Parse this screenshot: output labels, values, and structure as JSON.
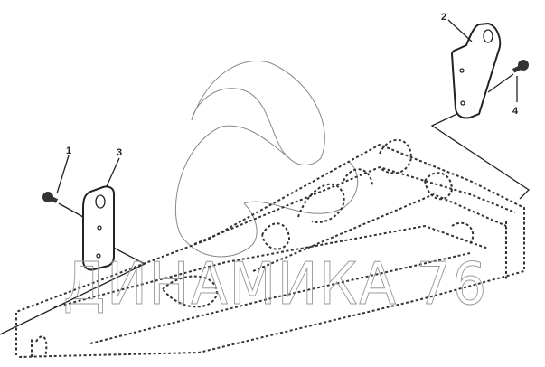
{
  "diagram": {
    "callouts": [
      "1",
      "2",
      "3",
      "4"
    ],
    "watermark": "ДИНАМИКА 76"
  }
}
